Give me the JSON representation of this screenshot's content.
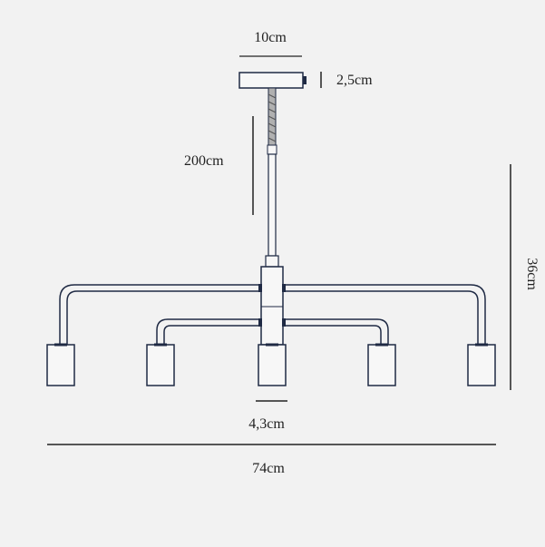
{
  "colors": {
    "background": "#f2f2f2",
    "outline": "#1f2a44",
    "dimension_line": "#222222",
    "fill": "#f7f7f7",
    "cable": "#9a9a9a"
  },
  "dimensions": {
    "canopy_width": "10cm",
    "canopy_height": "2,5cm",
    "cable_length": "200cm",
    "total_height": "36cm",
    "socket_width": "4,3cm",
    "total_width": "74cm"
  },
  "icons": [
    "ceiling-canopy-icon",
    "pendant-lamp-icon",
    "socket-icon"
  ]
}
